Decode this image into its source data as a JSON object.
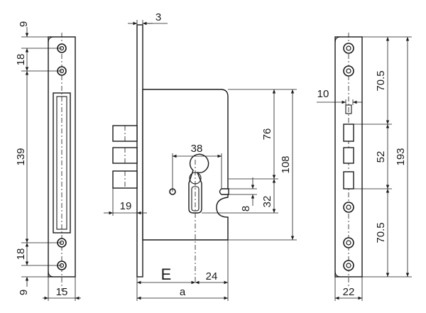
{
  "colors": {
    "ink": "#1a1a1a",
    "paper": "#ffffff"
  },
  "left_view": {
    "top_margin": "9",
    "hole_spacing_top": "18",
    "slot_length": "139",
    "hole_spacing_bottom": "18",
    "bottom_margin": "9",
    "width": "15"
  },
  "side_view": {
    "plate_thickness": "3",
    "cylinder_width": "38",
    "case_depth_upper": "76",
    "case_height": "108",
    "latch_gap": "8",
    "cylinder_offset": "32",
    "bolt_throw": "19",
    "backset_symbol": "E",
    "cylinder_to_edge": "24",
    "overall_symbol": "a"
  },
  "right_view": {
    "latch_width": "10",
    "upper_distance": "70.5",
    "center_distance": "52",
    "lower_distance": "70.5",
    "total_height": "193",
    "width": "22"
  }
}
